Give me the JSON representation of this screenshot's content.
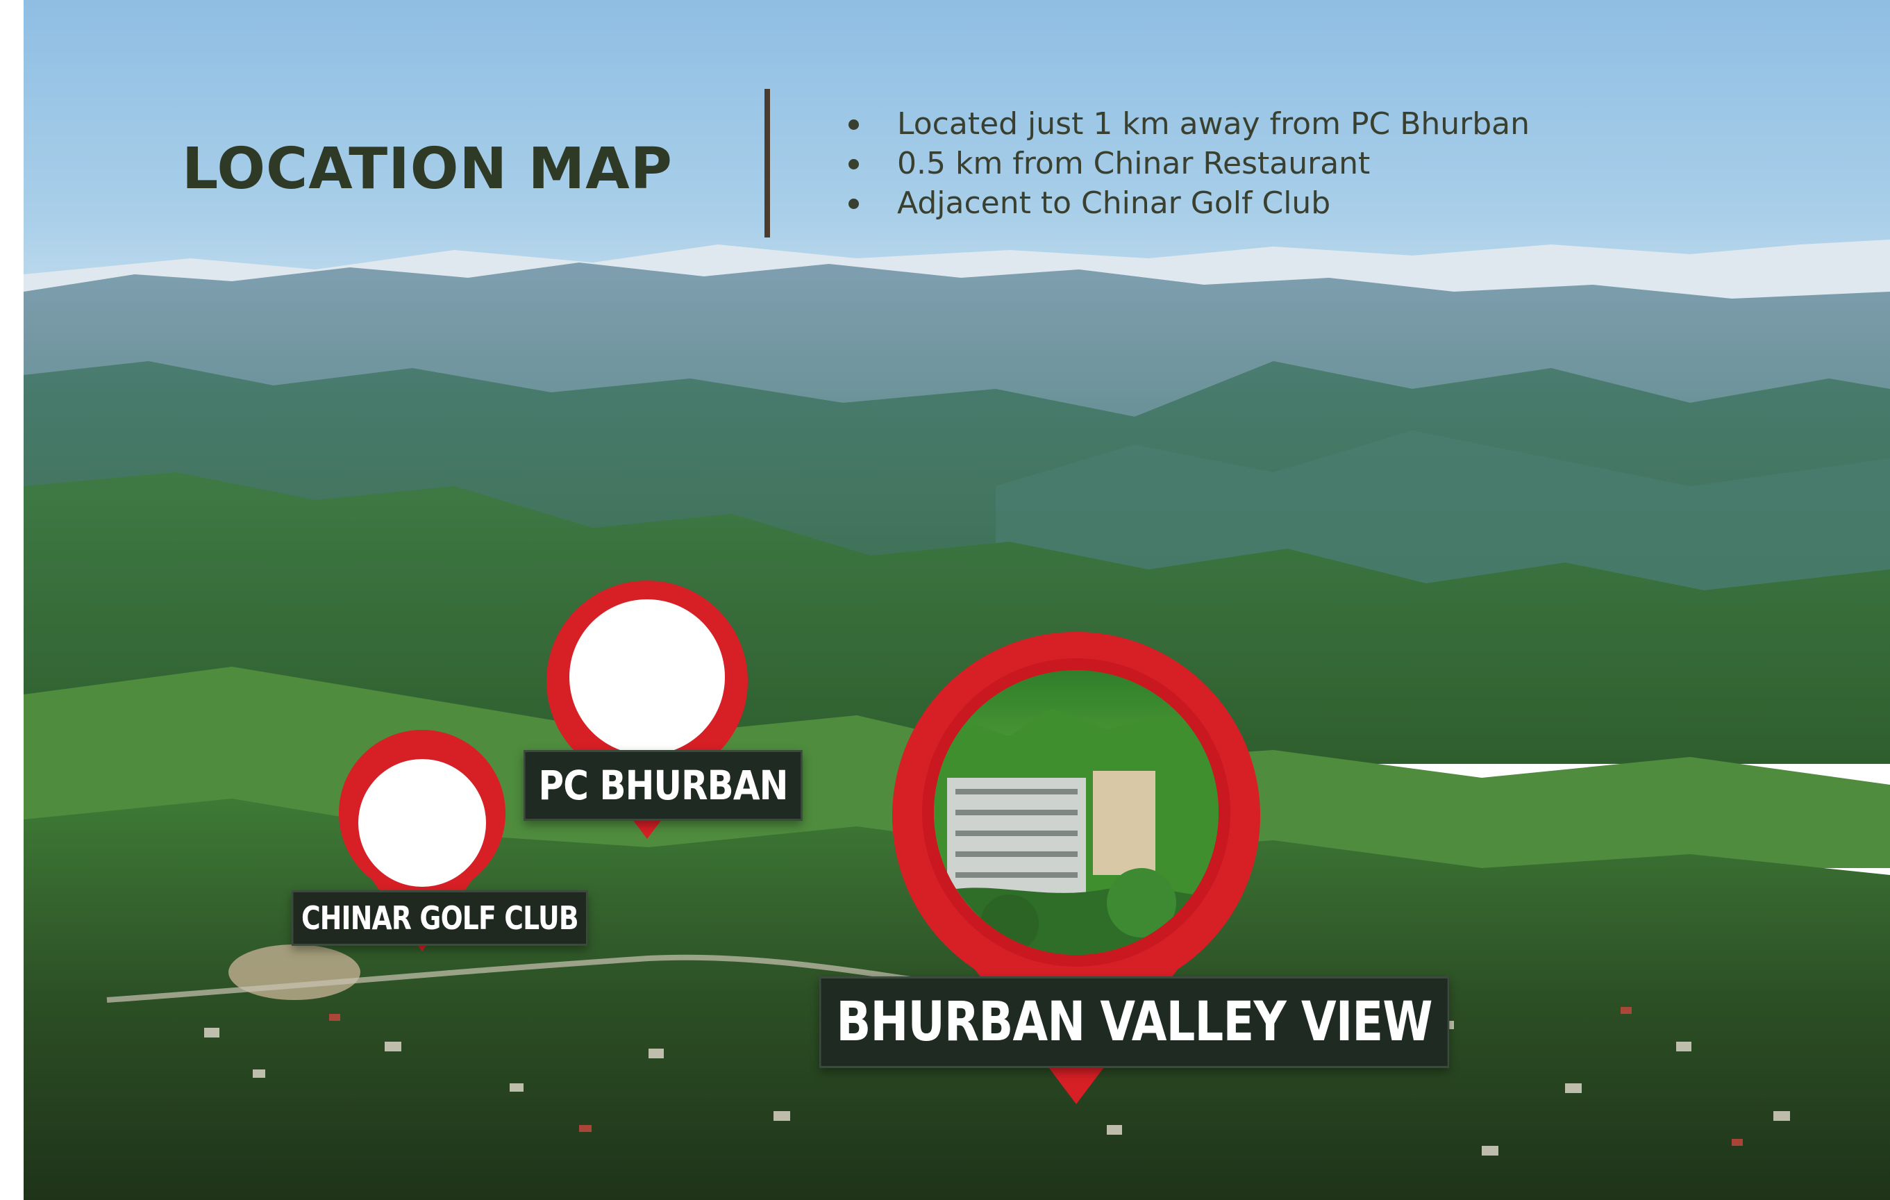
{
  "header": {
    "title": "LOCATION MAP",
    "bullets": [
      "Located just 1 km away from PC Bhurban",
      "0.5 km from Chinar Restaurant",
      "Adjacent to Chinar Golf Club"
    ]
  },
  "markers": {
    "pc_bhurban": {
      "label": "PC BHURBAN"
    },
    "chinar_golf_club": {
      "label": "CHINAR GOLF CLUB"
    },
    "bhurban_valley_view": {
      "label": "BHURBAN VALLEY VIEW"
    }
  },
  "colors": {
    "sky_top": "#8fbde0",
    "title_text": "#2e3a26",
    "pin_red": "#d71f26",
    "label_bg": "#1f2a22"
  }
}
